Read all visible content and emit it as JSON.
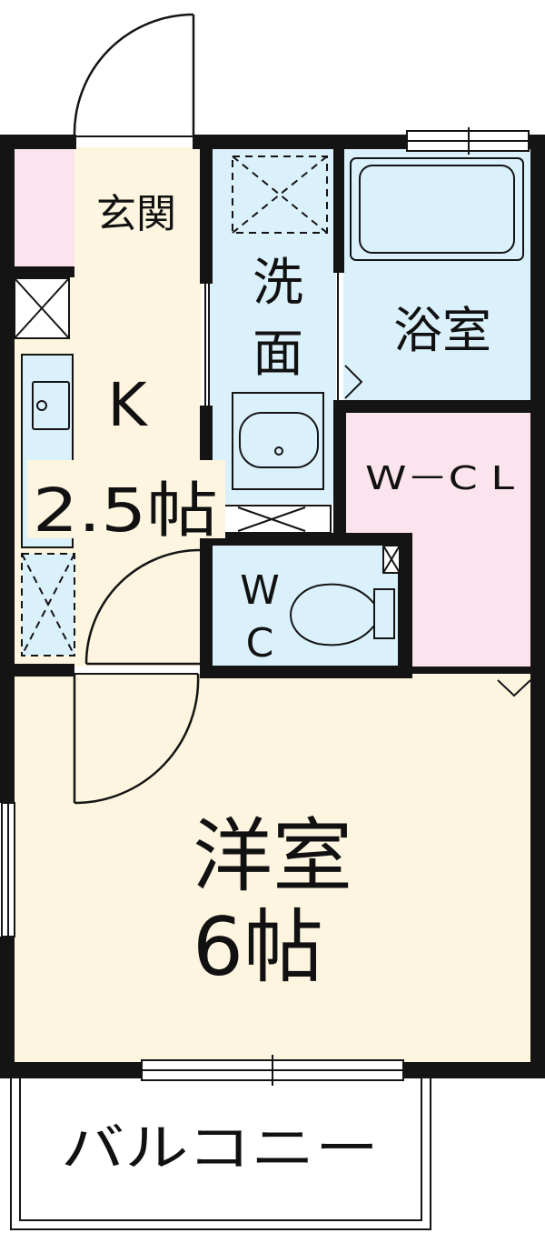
{
  "colors": {
    "wall": "#141414",
    "floor_cream": "#fdf5df",
    "floor_blue": "#daf0fa",
    "floor_pink": "#fce4ee",
    "background": "#ffffff"
  },
  "rooms": {
    "entrance": {
      "label": "玄関"
    },
    "kitchen": {
      "label": "K",
      "area": "2.5帖"
    },
    "washroom": {
      "label_line1": "洗",
      "label_line2": "面"
    },
    "bathroom": {
      "label": "浴室"
    },
    "walk_in_closet": {
      "label": "W－C L"
    },
    "toilet": {
      "label_line1": "W",
      "label_line2": "C"
    },
    "western_room": {
      "label": "洋室",
      "area": "6帖"
    },
    "balcony": {
      "label": "バルコニー"
    }
  }
}
